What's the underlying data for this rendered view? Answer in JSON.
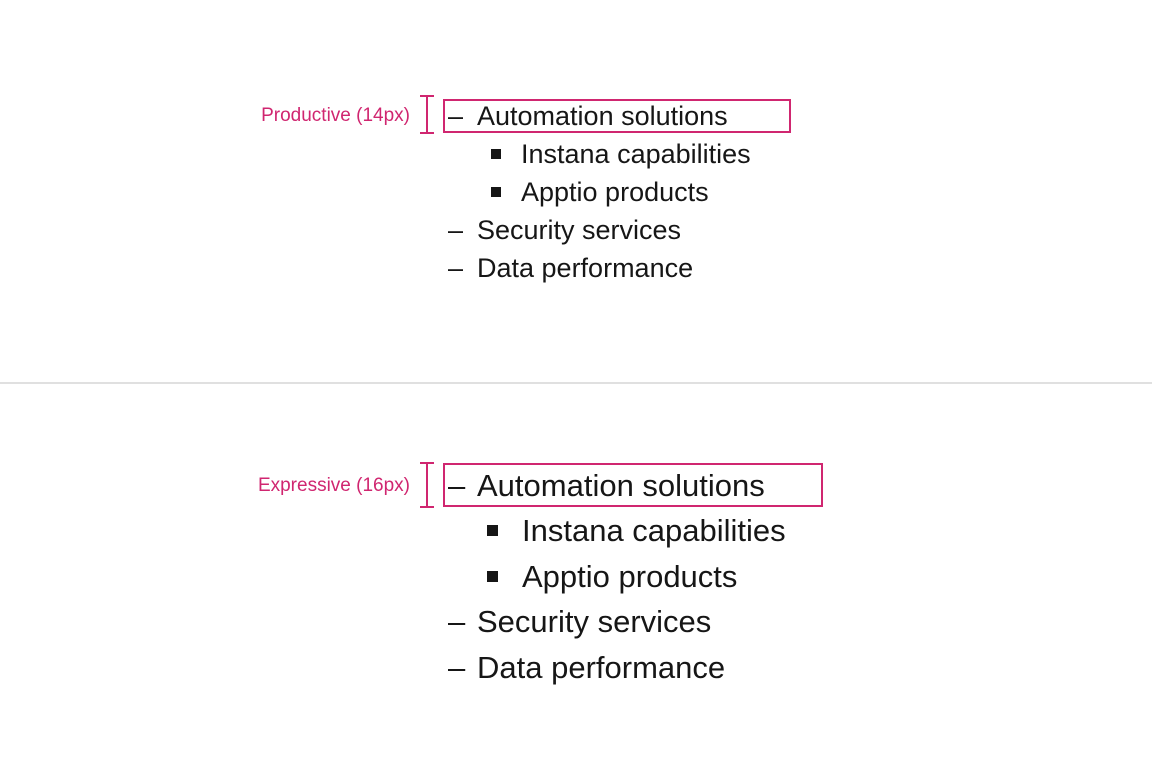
{
  "colors": {
    "annotation_pink": "#d02670",
    "text_primary": "#161616",
    "divider_gray": "#e0e0e0",
    "background": "#ffffff"
  },
  "markers": {
    "dash": "–"
  },
  "sections": [
    {
      "id": "productive",
      "label": "Productive (14px)",
      "font_size_shown": "14px",
      "items": [
        {
          "text": "Automation solutions",
          "level": 1,
          "highlighted": true
        },
        {
          "text": "Instana capabilities",
          "level": 2,
          "highlighted": false
        },
        {
          "text": "Apptio products",
          "level": 2,
          "highlighted": false
        },
        {
          "text": "Security services",
          "level": 1,
          "highlighted": false
        },
        {
          "text": "Data performance",
          "level": 1,
          "highlighted": false
        }
      ]
    },
    {
      "id": "expressive",
      "label": "Expressive (16px)",
      "font_size_shown": "16px",
      "items": [
        {
          "text": "Automation solutions",
          "level": 1,
          "highlighted": true
        },
        {
          "text": "Instana capabilities",
          "level": 2,
          "highlighted": false
        },
        {
          "text": "Apptio products",
          "level": 2,
          "highlighted": false
        },
        {
          "text": "Security services",
          "level": 1,
          "highlighted": false
        },
        {
          "text": "Data performance",
          "level": 1,
          "highlighted": false
        }
      ]
    }
  ]
}
